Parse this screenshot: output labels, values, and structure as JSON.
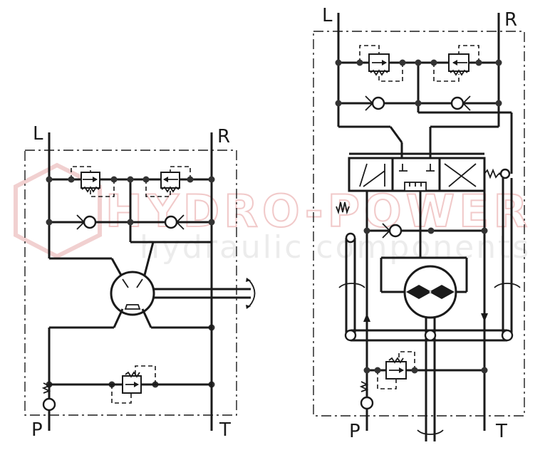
{
  "watermark": {
    "brand": "HYDRO-POWER",
    "tagline": "hydraulic components",
    "brand_color": "#e8a0a0"
  },
  "left_diagram": {
    "labels": {
      "top_left": "L",
      "top_right": "R",
      "bottom_left": "P",
      "bottom_right": "T"
    }
  },
  "right_diagram": {
    "labels": {
      "top_left": "L",
      "top_right": "R",
      "bottom_left": "P",
      "bottom_right": "T"
    }
  }
}
